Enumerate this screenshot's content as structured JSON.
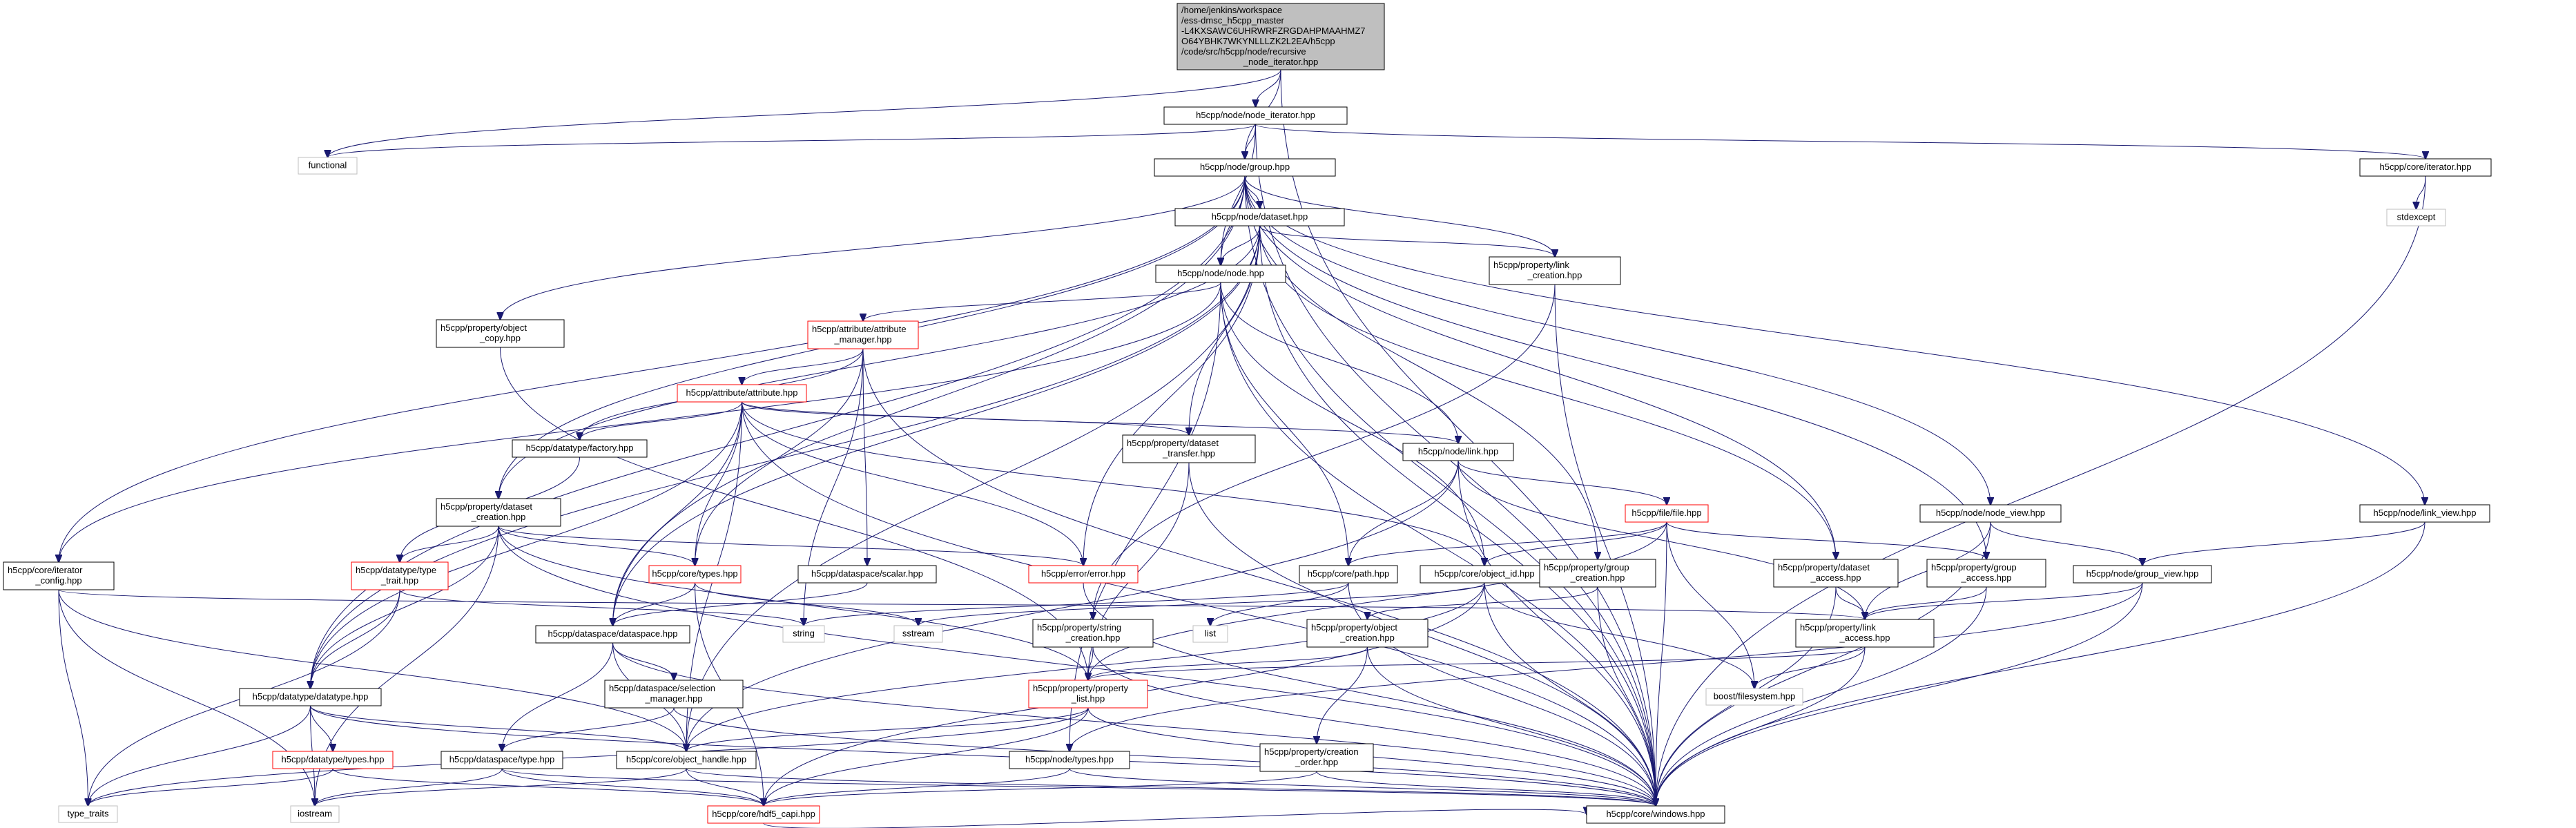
{
  "nodes": [
    {
      "id": "root",
      "lines": [
        "/home/jenkins/workspace",
        "/ess-dmsc_h5cpp_master",
        "-L4KXSAWC6UHRWRFZRGDAHPMAAHMZ7",
        "O64YBHK7WKYNLLLZK2L2EA/h5cpp",
        "/code/src/h5cpp/node/recursive",
        "_node_iterator.hpp"
      ],
      "kind": "root"
    },
    {
      "id": "node_iterator",
      "lines": [
        "h5cpp/node/node_iterator.hpp"
      ],
      "kind": "normal"
    },
    {
      "id": "functional",
      "lines": [
        "functional"
      ],
      "kind": "external"
    },
    {
      "id": "group",
      "lines": [
        "h5cpp/node/group.hpp"
      ],
      "kind": "normal"
    },
    {
      "id": "core_iterator",
      "lines": [
        "h5cpp/core/iterator.hpp"
      ],
      "kind": "normal"
    },
    {
      "id": "stdexcept",
      "lines": [
        "stdexcept"
      ],
      "kind": "external"
    },
    {
      "id": "dataset",
      "lines": [
        "h5cpp/node/dataset.hpp"
      ],
      "kind": "normal"
    },
    {
      "id": "node",
      "lines": [
        "h5cpp/node/node.hpp"
      ],
      "kind": "normal"
    },
    {
      "id": "link_creation",
      "lines": [
        "h5cpp/property/link",
        "_creation.hpp"
      ],
      "kind": "normal"
    },
    {
      "id": "object_copy",
      "lines": [
        "h5cpp/property/object",
        "_copy.hpp"
      ],
      "kind": "normal"
    },
    {
      "id": "attribute_manager",
      "lines": [
        "h5cpp/attribute/attribute",
        "_manager.hpp"
      ],
      "kind": "truncated"
    },
    {
      "id": "attribute",
      "lines": [
        "h5cpp/attribute/attribute.hpp"
      ],
      "kind": "truncated"
    },
    {
      "id": "datatype_factory",
      "lines": [
        "h5cpp/datatype/factory.hpp"
      ],
      "kind": "normal"
    },
    {
      "id": "dataset_transfer",
      "lines": [
        "h5cpp/property/dataset",
        "_transfer.hpp"
      ],
      "kind": "normal"
    },
    {
      "id": "link",
      "lines": [
        "h5cpp/node/link.hpp"
      ],
      "kind": "normal"
    },
    {
      "id": "dataset_creation",
      "lines": [
        "h5cpp/property/dataset",
        "_creation.hpp"
      ],
      "kind": "normal"
    },
    {
      "id": "file",
      "lines": [
        "h5cpp/file/file.hpp"
      ],
      "kind": "truncated"
    },
    {
      "id": "node_view",
      "lines": [
        "h5cpp/node/node_view.hpp"
      ],
      "kind": "normal"
    },
    {
      "id": "link_view",
      "lines": [
        "h5cpp/node/link_view.hpp"
      ],
      "kind": "normal"
    },
    {
      "id": "iterator_config",
      "lines": [
        "h5cpp/core/iterator",
        "_config.hpp"
      ],
      "kind": "normal"
    },
    {
      "id": "type_trait",
      "lines": [
        "h5cpp/datatype/type",
        "_trait.hpp"
      ],
      "kind": "truncated"
    },
    {
      "id": "core_types",
      "lines": [
        "h5cpp/core/types.hpp"
      ],
      "kind": "truncated"
    },
    {
      "id": "scalar",
      "lines": [
        "h5cpp/dataspace/scalar.hpp"
      ],
      "kind": "normal"
    },
    {
      "id": "error",
      "lines": [
        "h5cpp/error/error.hpp"
      ],
      "kind": "truncated"
    },
    {
      "id": "path",
      "lines": [
        "h5cpp/core/path.hpp"
      ],
      "kind": "normal"
    },
    {
      "id": "object_id",
      "lines": [
        "h5cpp/core/object_id.hpp"
      ],
      "kind": "normal"
    },
    {
      "id": "group_creation",
      "lines": [
        "h5cpp/property/group",
        "_creation.hpp"
      ],
      "kind": "normal"
    },
    {
      "id": "dataset_access",
      "lines": [
        "h5cpp/property/dataset",
        "_access.hpp"
      ],
      "kind": "normal"
    },
    {
      "id": "group_access",
      "lines": [
        "h5cpp/property/group",
        "_access.hpp"
      ],
      "kind": "normal"
    },
    {
      "id": "group_view",
      "lines": [
        "h5cpp/node/group_view.hpp"
      ],
      "kind": "normal"
    },
    {
      "id": "string",
      "lines": [
        "string"
      ],
      "kind": "external"
    },
    {
      "id": "sstream",
      "lines": [
        "sstream"
      ],
      "kind": "external"
    },
    {
      "id": "list",
      "lines": [
        "list"
      ],
      "kind": "external"
    },
    {
      "id": "dataspace",
      "lines": [
        "h5cpp/dataspace/dataspace.hpp"
      ],
      "kind": "normal"
    },
    {
      "id": "string_creation",
      "lines": [
        "h5cpp/property/string",
        "_creation.hpp"
      ],
      "kind": "normal"
    },
    {
      "id": "object_creation",
      "lines": [
        "h5cpp/property/object",
        "_creation.hpp"
      ],
      "kind": "normal"
    },
    {
      "id": "link_access",
      "lines": [
        "h5cpp/property/link",
        "_access.hpp"
      ],
      "kind": "normal"
    },
    {
      "id": "datatype",
      "lines": [
        "h5cpp/datatype/datatype.hpp"
      ],
      "kind": "normal"
    },
    {
      "id": "selection_manager",
      "lines": [
        "h5cpp/dataspace/selection",
        "_manager.hpp"
      ],
      "kind": "normal"
    },
    {
      "id": "property_list",
      "lines": [
        "h5cpp/property/property",
        "_list.hpp"
      ],
      "kind": "truncated"
    },
    {
      "id": "boost_filesystem",
      "lines": [
        "boost/filesystem.hpp"
      ],
      "kind": "external"
    },
    {
      "id": "datatype_types",
      "lines": [
        "h5cpp/datatype/types.hpp"
      ],
      "kind": "truncated"
    },
    {
      "id": "dataspace_type",
      "lines": [
        "h5cpp/dataspace/type.hpp"
      ],
      "kind": "normal"
    },
    {
      "id": "object_handle",
      "lines": [
        "h5cpp/core/object_handle.hpp"
      ],
      "kind": "normal"
    },
    {
      "id": "node_types",
      "lines": [
        "h5cpp/node/types.hpp"
      ],
      "kind": "normal"
    },
    {
      "id": "creation_order",
      "lines": [
        "h5cpp/property/creation",
        "_order.hpp"
      ],
      "kind": "normal"
    },
    {
      "id": "type_traits",
      "lines": [
        "type_traits"
      ],
      "kind": "external"
    },
    {
      "id": "iostream",
      "lines": [
        "iostream"
      ],
      "kind": "external"
    },
    {
      "id": "hdf5_capi",
      "lines": [
        "h5cpp/core/hdf5_capi.hpp"
      ],
      "kind": "truncated"
    },
    {
      "id": "windows",
      "lines": [
        "h5cpp/core/windows.hpp"
      ],
      "kind": "normal"
    }
  ],
  "edges": [
    [
      "root",
      "node_iterator"
    ],
    [
      "root",
      "functional"
    ],
    [
      "root",
      "group"
    ],
    [
      "root",
      "windows"
    ],
    [
      "node_iterator",
      "functional"
    ],
    [
      "node_iterator",
      "group"
    ],
    [
      "node_iterator",
      "node"
    ],
    [
      "node_iterator",
      "core_iterator"
    ],
    [
      "node_iterator",
      "windows"
    ],
    [
      "core_iterator",
      "stdexcept"
    ],
    [
      "core_iterator",
      "windows"
    ],
    [
      "group",
      "dataset"
    ],
    [
      "group",
      "node"
    ],
    [
      "group",
      "link_creation"
    ],
    [
      "group",
      "object_copy"
    ],
    [
      "group",
      "dataset_creation"
    ],
    [
      "group",
      "group_creation"
    ],
    [
      "group",
      "dataset_access"
    ],
    [
      "group",
      "group_access"
    ],
    [
      "group",
      "node_view"
    ],
    [
      "group",
      "link_view"
    ],
    [
      "group",
      "iterator_config"
    ],
    [
      "group",
      "datatype"
    ],
    [
      "group",
      "dataspace"
    ],
    [
      "group",
      "windows"
    ],
    [
      "dataset",
      "node"
    ],
    [
      "dataset",
      "link_creation"
    ],
    [
      "dataset",
      "dataset_transfer"
    ],
    [
      "dataset",
      "dataset_creation"
    ],
    [
      "dataset",
      "dataset_access"
    ],
    [
      "dataset",
      "datatype"
    ],
    [
      "dataset",
      "dataspace"
    ],
    [
      "dataset",
      "error"
    ],
    [
      "dataset",
      "object_handle"
    ],
    [
      "dataset",
      "windows"
    ],
    [
      "node",
      "attribute_manager"
    ],
    [
      "node",
      "link"
    ],
    [
      "node",
      "path"
    ],
    [
      "node",
      "object_id"
    ],
    [
      "node",
      "node_types"
    ],
    [
      "node",
      "iterator_config"
    ],
    [
      "node",
      "windows"
    ],
    [
      "link_creation",
      "string_creation"
    ],
    [
      "link_creation",
      "windows"
    ],
    [
      "object_copy",
      "property_list"
    ],
    [
      "attribute_manager",
      "attribute"
    ],
    [
      "attribute_manager",
      "datatype_factory"
    ],
    [
      "attribute_manager",
      "core_types"
    ],
    [
      "attribute_manager",
      "scalar"
    ],
    [
      "attribute_manager",
      "string"
    ],
    [
      "attribute_manager",
      "windows"
    ],
    [
      "attribute",
      "datatype_factory"
    ],
    [
      "attribute",
      "dataset_transfer"
    ],
    [
      "attribute",
      "link"
    ],
    [
      "attribute",
      "core_types"
    ],
    [
      "attribute",
      "error"
    ],
    [
      "attribute",
      "dataspace"
    ],
    [
      "attribute",
      "datatype"
    ],
    [
      "attribute",
      "object_handle"
    ],
    [
      "attribute",
      "object_id"
    ],
    [
      "attribute",
      "windows"
    ],
    [
      "datatype_factory",
      "type_trait"
    ],
    [
      "dataset_transfer",
      "property_list"
    ],
    [
      "dataset_transfer",
      "windows"
    ],
    [
      "link",
      "file"
    ],
    [
      "link",
      "path"
    ],
    [
      "link",
      "link_access"
    ],
    [
      "link",
      "object_handle"
    ],
    [
      "link",
      "windows"
    ],
    [
      "file",
      "path"
    ],
    [
      "file",
      "object_id"
    ],
    [
      "file",
      "group_access"
    ],
    [
      "file",
      "boost_filesystem"
    ],
    [
      "file",
      "windows"
    ],
    [
      "file",
      "property_list"
    ],
    [
      "dataset_creation",
      "core_types"
    ],
    [
      "dataset_creation",
      "type_trait"
    ],
    [
      "dataset_creation",
      "datatype"
    ],
    [
      "dataset_creation",
      "error"
    ],
    [
      "dataset_creation",
      "property_list"
    ],
    [
      "dataset_creation",
      "iostream"
    ],
    [
      "dataset_creation",
      "windows"
    ],
    [
      "node_view",
      "group_view"
    ],
    [
      "node_view",
      "link_access"
    ],
    [
      "node_view",
      "windows"
    ],
    [
      "link_view",
      "group_view"
    ],
    [
      "link_view",
      "windows"
    ],
    [
      "iterator_config",
      "type_traits"
    ],
    [
      "iterator_config",
      "iostream"
    ],
    [
      "iterator_config",
      "link_access"
    ],
    [
      "iterator_config",
      "object_handle"
    ],
    [
      "type_trait",
      "datatype"
    ],
    [
      "type_trait",
      "string"
    ],
    [
      "type_trait",
      "type_traits"
    ],
    [
      "core_types",
      "dataspace"
    ],
    [
      "core_types",
      "sstream"
    ],
    [
      "core_types",
      "hdf5_capi"
    ],
    [
      "scalar",
      "dataspace"
    ],
    [
      "error",
      "windows"
    ],
    [
      "path",
      "string"
    ],
    [
      "path",
      "list"
    ],
    [
      "path",
      "windows"
    ],
    [
      "object_id",
      "sstream"
    ],
    [
      "object_id",
      "object_handle"
    ],
    [
      "object_id",
      "boost_filesystem"
    ],
    [
      "object_id",
      "hdf5_capi"
    ],
    [
      "object_id",
      "windows"
    ],
    [
      "group_creation",
      "object_creation"
    ],
    [
      "group_creation",
      "windows"
    ],
    [
      "dataset_access",
      "link_access"
    ],
    [
      "dataset_access",
      "windows"
    ],
    [
      "group_access",
      "link_access"
    ],
    [
      "group_access",
      "windows"
    ],
    [
      "group_view",
      "link_access"
    ],
    [
      "group_view",
      "node_types"
    ],
    [
      "group_view",
      "windows"
    ],
    [
      "dataspace",
      "selection_manager"
    ],
    [
      "dataspace",
      "dataspace_type"
    ],
    [
      "dataspace",
      "object_handle"
    ],
    [
      "dataspace",
      "windows"
    ],
    [
      "string_creation",
      "property_list"
    ],
    [
      "string_creation",
      "windows"
    ],
    [
      "object_creation",
      "property_list"
    ],
    [
      "object_creation",
      "creation_order"
    ],
    [
      "object_creation",
      "windows"
    ],
    [
      "link_access",
      "property_list"
    ],
    [
      "link_access",
      "boost_filesystem"
    ],
    [
      "link_access",
      "windows"
    ],
    [
      "datatype",
      "datatype_types"
    ],
    [
      "datatype",
      "object_handle"
    ],
    [
      "datatype",
      "type_traits"
    ],
    [
      "datatype",
      "iostream"
    ],
    [
      "datatype",
      "windows"
    ],
    [
      "selection_manager",
      "dataspace_type"
    ],
    [
      "selection_manager",
      "windows"
    ],
    [
      "property_list",
      "object_handle"
    ],
    [
      "property_list",
      "hdf5_capi"
    ],
    [
      "property_list",
      "type_traits"
    ],
    [
      "property_list",
      "windows"
    ],
    [
      "datatype_types",
      "type_traits"
    ],
    [
      "datatype_types",
      "hdf5_capi"
    ],
    [
      "dataspace_type",
      "iostream"
    ],
    [
      "dataspace_type",
      "hdf5_capi"
    ],
    [
      "dataspace_type",
      "windows"
    ],
    [
      "object_handle",
      "hdf5_capi"
    ],
    [
      "object_handle",
      "iostream"
    ],
    [
      "object_handle",
      "windows"
    ],
    [
      "node_types",
      "hdf5_capi"
    ],
    [
      "node_types",
      "windows"
    ],
    [
      "creation_order",
      "hdf5_capi"
    ],
    [
      "creation_order",
      "windows"
    ],
    [
      "hdf5_capi",
      "windows"
    ]
  ],
  "colors": {
    "edge": "#191970",
    "box_border": "#000000",
    "truncated_border": "#ff0000",
    "external_border": "#bfbfbf",
    "root_fill": "#bfbfbf"
  }
}
